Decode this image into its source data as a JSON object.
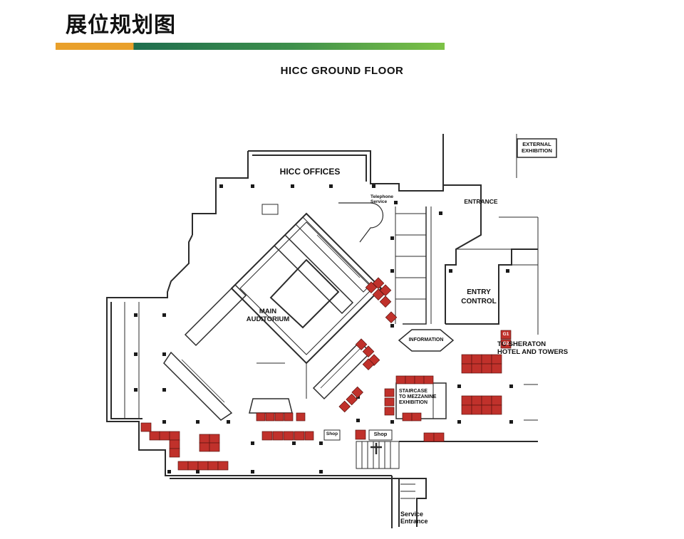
{
  "page": {
    "title": "展位规划图"
  },
  "map": {
    "title": "HICC GROUND FLOOR",
    "labels": {
      "hicc_offices": "HICC OFFICES",
      "telephone": "Telephone\nService",
      "entrance": "ENTRANCE",
      "external_exhibition": "EXTERNAL\nEXHIBITION",
      "entry_control": "ENTRY\nCONTROL",
      "main_auditorium": "MAIN\nAUDITORIUM",
      "information": "INFORMATION",
      "to_sheraton": "TO SHERATON\nHOTEL AND TOWERS",
      "staircase": "STAIRCASE\nTO MEZZANINE\nEXHIBITION",
      "shop": "Shop",
      "service_entrance": "Service\nEntrance"
    },
    "booth_labels": {
      "g1": "G1",
      "g2": "G2"
    },
    "colors": {
      "booth": "#c0312b",
      "wall": "#2b2b2b",
      "title_bar_orange": "#e9a02b",
      "title_bar_green": "#7dc246"
    }
  }
}
